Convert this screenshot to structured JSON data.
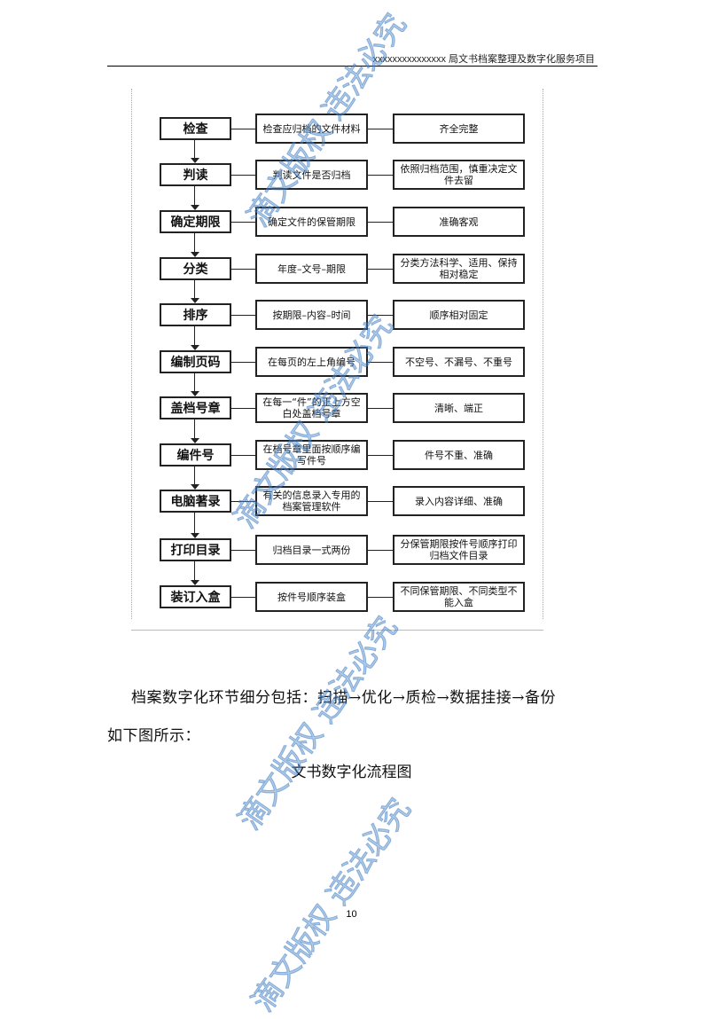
{
  "header": {
    "text": "xxxxxxxxxxxxxxx 局文书档案整理及数字化服务项目"
  },
  "flowchart": {
    "rows": [
      {
        "step": "检查",
        "action": "检查应归档的文件材料",
        "requirement": "齐全完整"
      },
      {
        "step": "判读",
        "action": "判读文件是否归档",
        "requirement": "依照归档范围，慎重决定文件去留"
      },
      {
        "step": "确定期限",
        "action": "确定文件的保管期限",
        "requirement": "准确客观"
      },
      {
        "step": "分类",
        "action": "年度–文号–期限",
        "requirement": "分类方法科学、适用、保持相对稳定"
      },
      {
        "step": "排序",
        "action": "按期限–内容–时间",
        "requirement": "顺序相对固定"
      },
      {
        "step": "编制页码",
        "action": "在每页的左上角编号",
        "requirement": "不空号、不漏号、不重号"
      },
      {
        "step": "盖档号章",
        "action": "在每一“件”的正上方空白处盖档号章",
        "requirement": "清晰、端正"
      },
      {
        "step": "编件号",
        "action": "在档号章里面按顺序编写件号",
        "requirement": "件号不重、准确"
      },
      {
        "step": "电脑著录",
        "action": "有关的信息录入专用的档案管理软件",
        "requirement": "录入内容详细、准确"
      },
      {
        "step": "打印目录",
        "action": "归档目录一式两份",
        "requirement": "分保管期限按件号顺序打印归档文件目录"
      },
      {
        "step": "装订入盒",
        "action": "按件号顺序装盒",
        "requirement": "不同保管期限、不同类型不能入盒"
      }
    ]
  },
  "body": {
    "paragraph_line1": "档案数字化环节细分包括：扫描→优化→质检→数据挂接→备份",
    "paragraph_line2": "如下图所示：",
    "caption": "文书数字化流程图"
  },
  "footer": {
    "page_number": "10"
  },
  "watermark": {
    "text": "滴文版权 违法必究",
    "color": "#5a8fcc"
  }
}
